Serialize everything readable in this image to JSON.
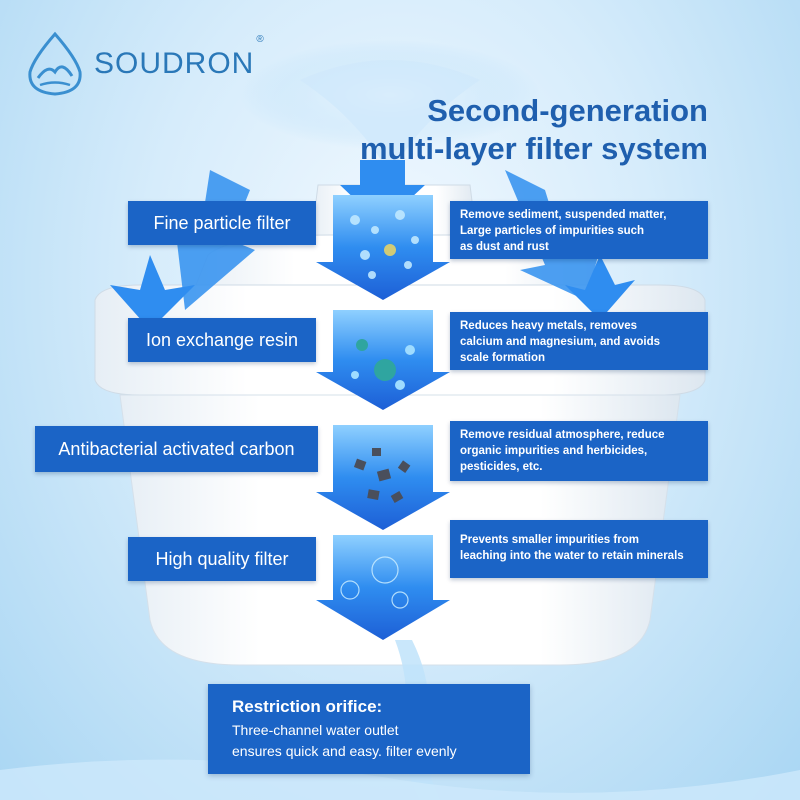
{
  "brand": {
    "name": "SOUDRON",
    "trademark": "®"
  },
  "headline": {
    "line1": "Second-generation",
    "line2": "multi-layer filter system"
  },
  "layers": [
    {
      "label": "Fine particle filter",
      "description": [
        "Remove sediment, suspended matter,",
        "Large particles of impurities such",
        "as dust and rust"
      ]
    },
    {
      "label": "Ion exchange resin",
      "description": [
        "Reduces heavy metals, removes",
        "calcium and magnesium, and avoids",
        "scale formation"
      ]
    },
    {
      "label": "Antibacterial activated carbon",
      "description": [
        "Remove residual atmosphere, reduce",
        "organic impurities and herbicides,",
        "pesticides, etc."
      ]
    },
    {
      "label": "High quality filter",
      "description": [
        "Prevents smaller impurities from",
        "leaching into the water to retain minerals"
      ]
    }
  ],
  "orifice": {
    "title": "Restriction orifice:",
    "lines": [
      "Three-channel water outlet",
      "ensures quick and easy. filter evenly"
    ]
  },
  "colors": {
    "label_blue": "#1b64c6",
    "headline_blue": "#1f5fae",
    "brand_blue": "#2a78b8"
  }
}
